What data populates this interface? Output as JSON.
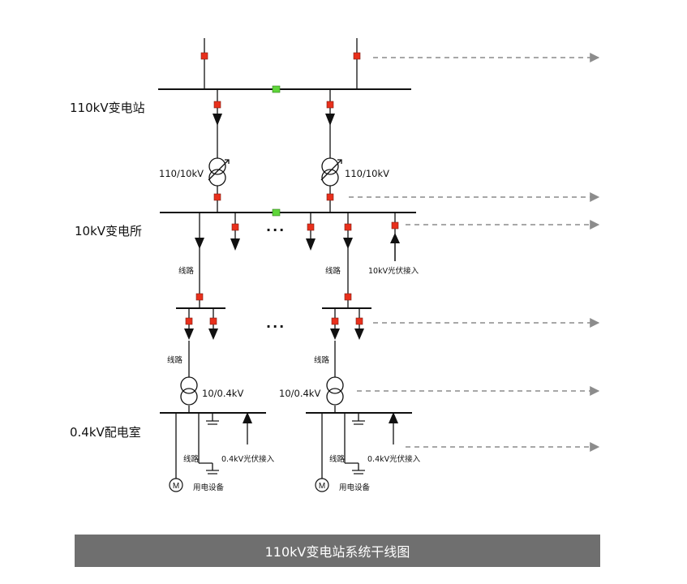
{
  "stations": {
    "s110": "110kV变电站",
    "s10": "10kV变电所",
    "s04": "0.4kV配电室"
  },
  "transformers": {
    "t110_left": "110/10kV",
    "t110_right": "110/10kV",
    "t04_left": "10/0.4kV",
    "t04_right": "10/0.4kV"
  },
  "lines": {
    "line_a": "线路",
    "line_b": "线路",
    "line_c": "线路",
    "line_d": "线路",
    "line_e": "线路",
    "line_f": "线路"
  },
  "pv": {
    "pv10": "10kV光伏接入",
    "pv04_left": "0.4kV光伏接入",
    "pv04_right": "0.4kV光伏接入"
  },
  "equipment": {
    "left": "用电设备",
    "right": "用电设备",
    "motor_left": "M",
    "motor_right": "M"
  },
  "ellipsis": {
    "row1": "···",
    "row2": "···"
  },
  "caption": "110kV变电站系统干线图",
  "colors": {
    "breaker": "#e8301c",
    "bus_tie": "#5fd63a",
    "line": "#111111",
    "dashed_arrow": "#8c8c8c",
    "caption_bg": "#6f6f6f"
  }
}
